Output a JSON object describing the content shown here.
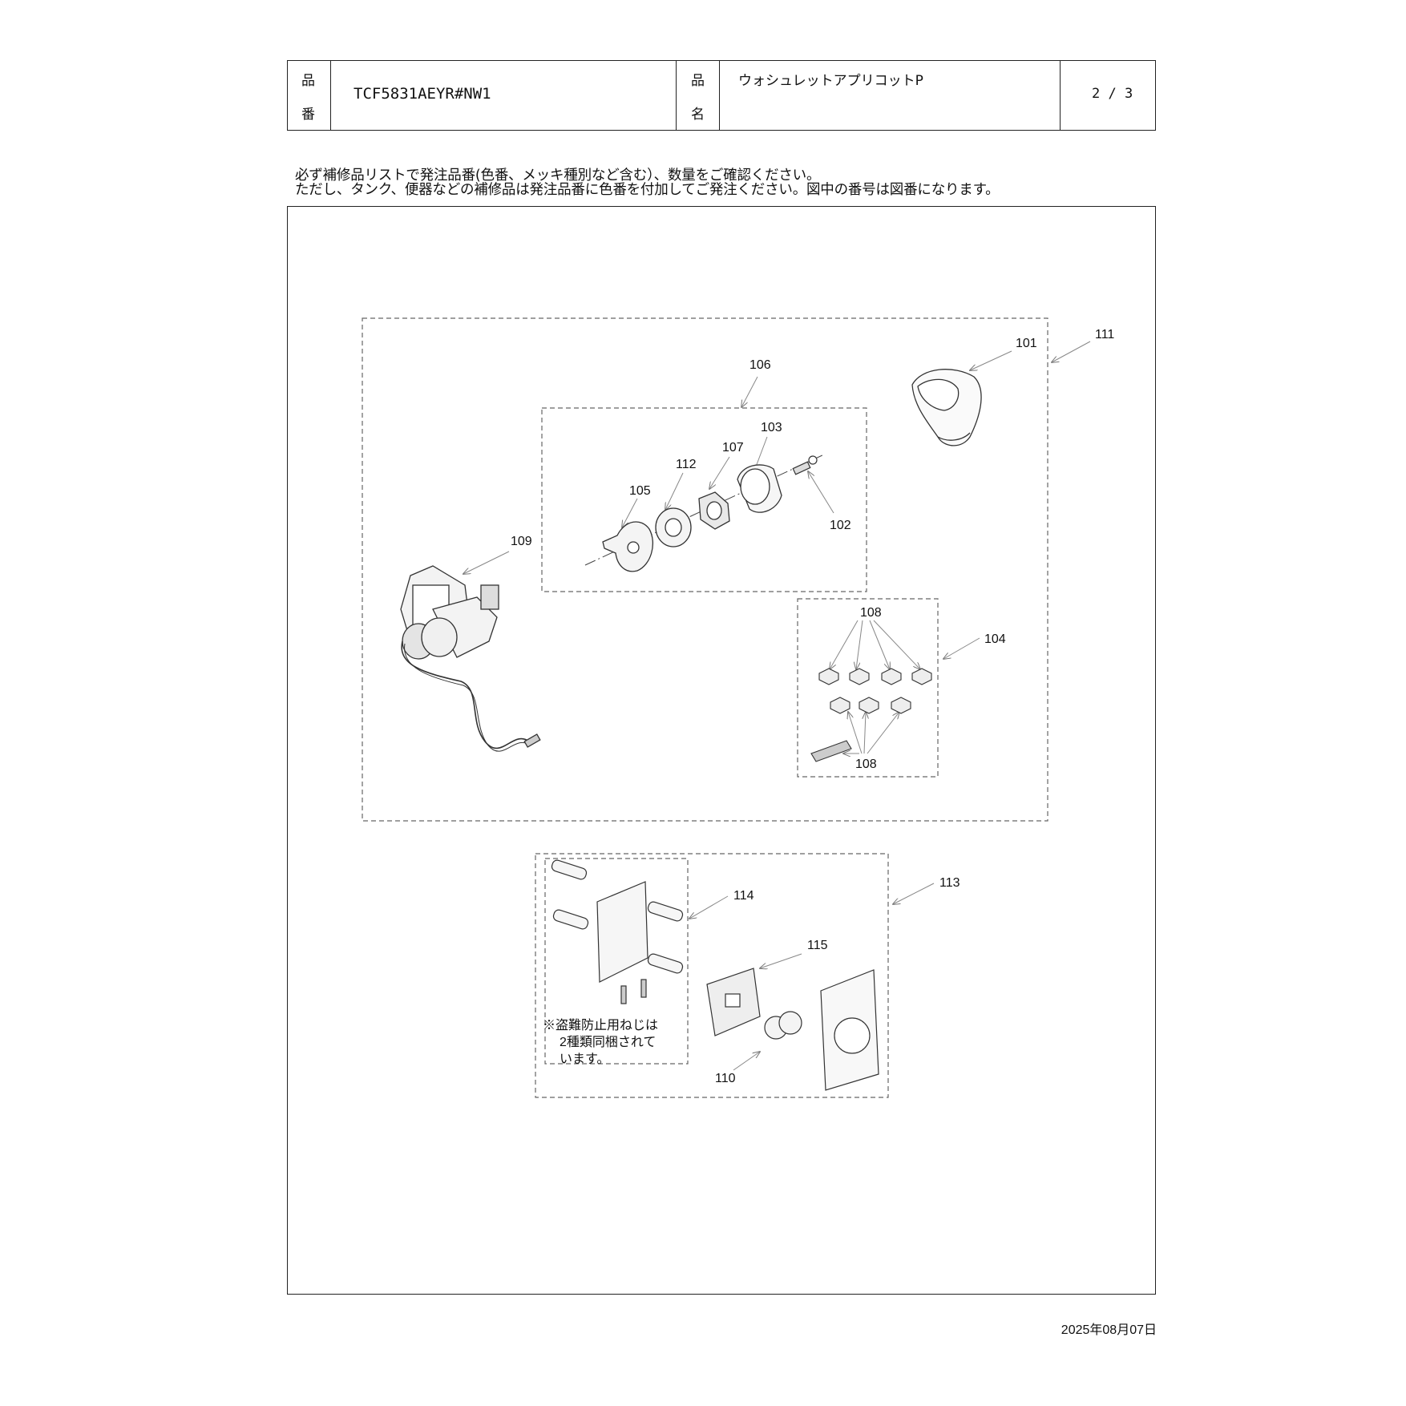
{
  "header": {
    "part_number_label_1": "品",
    "part_number_label_2": "番",
    "part_number": "TCF5831AEYR#NW1",
    "product_name_label_1": "品",
    "product_name_label_2": "名",
    "product_name": "ウォシュレットアプリコットP",
    "page": "2 / 3"
  },
  "notes": {
    "line1": "必ず補修品リストで発注品番(色番、メッキ種別など含む）、数量をご確認ください。",
    "line2": "ただし、タンク、便器などの補修品は発注品番に色番を付加してご発注ください。図中の番号は図番になります。"
  },
  "callouts": {
    "c101": "101",
    "c102": "102",
    "c103": "103",
    "c104": "104",
    "c105": "105",
    "c106": "106",
    "c107": "107",
    "c108a": "108",
    "c108b": "108",
    "c109": "109",
    "c110": "110",
    "c111": "111",
    "c112": "112",
    "c113": "113",
    "c114": "114",
    "c115": "115"
  },
  "screw_note": {
    "line1": "※盗難防止用ねじは",
    "line2": "2種類同梱されて",
    "line3": "います。"
  },
  "footer": {
    "date": "2025年08月07日"
  }
}
